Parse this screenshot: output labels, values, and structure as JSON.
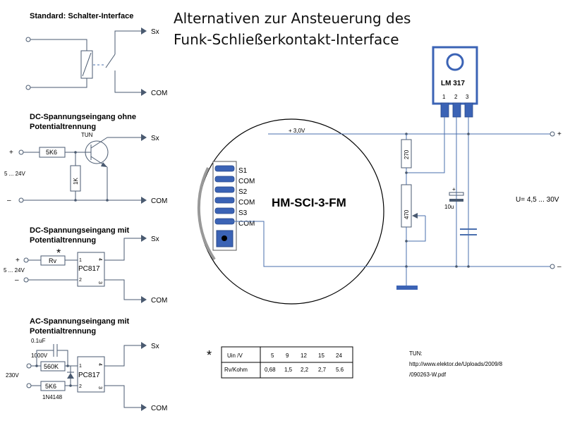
{
  "title": {
    "line1": "Alternativen zur Ansteuerung des",
    "line2": "Funk-Schließerkontakt-Interface"
  },
  "section1": {
    "header": "Standard: Schalter-Interface",
    "out1": "Sx",
    "out2": "COM"
  },
  "section2": {
    "header_line1": "DC-Spannungseingang  ohne",
    "header_line2": "Potentialtrennung",
    "transistor": "TUN",
    "resistor1": "5K6",
    "resistor2": "1K",
    "plus": "+",
    "minus": "–",
    "voltage": "5 ... 24V",
    "out1": "Sx",
    "out2": "COM"
  },
  "section3": {
    "header_line1": "DC-Spannungseingang  mit",
    "header_line2": "Potentialtrennung",
    "star": "*",
    "resistor": "Rv",
    "optocoupler": "PC817",
    "plus": "+",
    "minus": "–",
    "voltage": "5 ... 24V",
    "pin1": "1",
    "pin2": "2",
    "pin3": "3",
    "pin4": "4",
    "out1": "Sx",
    "out2": "COM"
  },
  "section4": {
    "header_line1": "AC-Spannungseingang  mit",
    "header_line2": "Potentialtrennung",
    "cap": "0.1uF",
    "cap_v": "1000V",
    "resistor1": "560K",
    "resistor2": "5K6",
    "voltage": "230V",
    "diode": "1N4148",
    "optocoupler": "PC817",
    "pin1": "1",
    "pin2": "2",
    "pin3": "3",
    "pin4": "4",
    "out1": "Sx",
    "out2": "COM"
  },
  "module": {
    "name": "HM-SCI-3-FM",
    "pins": [
      "S1",
      "COM",
      "S2",
      "COM",
      "S3",
      "COM"
    ]
  },
  "regulator": {
    "name": "LM 317",
    "pin1": "1",
    "pin2": "2",
    "pin3": "3"
  },
  "supply": {
    "rail": "+ 3,0V",
    "r_top": "270",
    "r_pot": "470",
    "cap": "10u",
    "cap_plus": "+",
    "output": "U= 4,5 ... 30V",
    "plus": "+",
    "minus": "–"
  },
  "table": {
    "star": "*",
    "row1_label": "Uin /V",
    "row1": [
      "5",
      "9",
      "12",
      "15",
      "24"
    ],
    "row2_label": "Rv/Kohm",
    "row2": [
      "0,68",
      "1,5",
      "2,2",
      "2,7",
      "5.6"
    ]
  },
  "note": {
    "line1": "TUN:",
    "line2": "http://www.elektor.de/Uploads/2009/8",
    "line3": "/090263-W.pdf"
  }
}
